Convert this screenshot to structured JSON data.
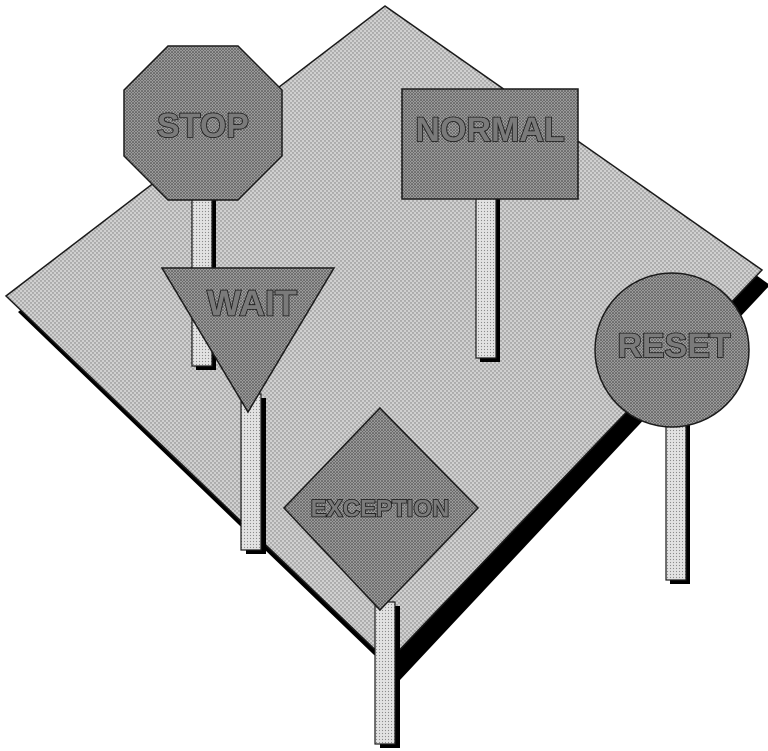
{
  "signs": {
    "stop": "STOP",
    "normal": "NORMAL",
    "wait": "WAIT",
    "reset": "RESET",
    "exception": "EXCEPTION"
  },
  "colors": {
    "board": "#c8c8c8",
    "sign": "#8f8f8f",
    "post": "#d9d9d9",
    "shadow": "#000000",
    "outline": "#1a1a1a"
  }
}
